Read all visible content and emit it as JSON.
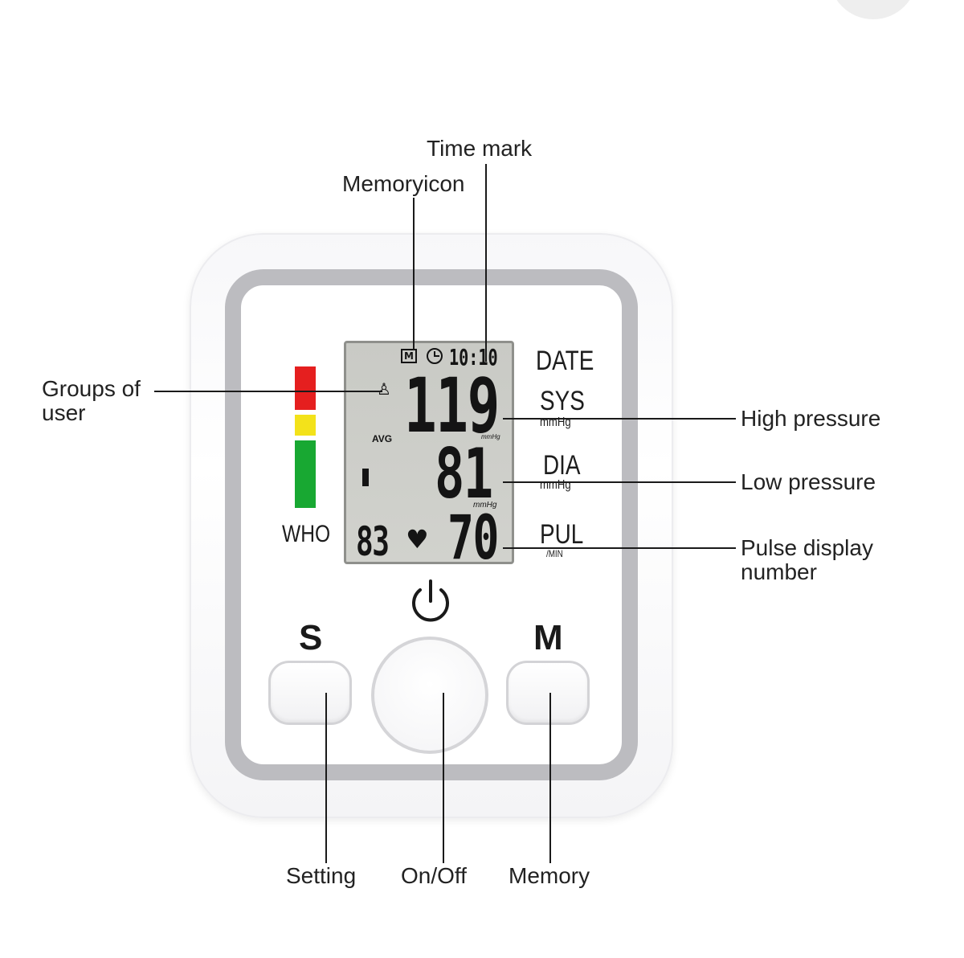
{
  "lcd": {
    "memory_letter": "M",
    "time": "10:10",
    "systolic": "119",
    "avg_label": "AVG",
    "small_unit_1": "mmHg",
    "diastolic": "81",
    "small_unit_2": "mmHg",
    "memory_count": "83",
    "pulse": "70"
  },
  "side_labels": {
    "date": "DATE",
    "sys": "SYS",
    "sys_unit": "mmHg",
    "dia": "DIA",
    "dia_unit": "mmHg",
    "pul": "PUL",
    "pul_unit": "/MIN"
  },
  "who": {
    "label": "WHO",
    "levels": [
      {
        "color": "#e51f1f"
      },
      {
        "color": "#f3e21a"
      },
      {
        "color": "#18a832"
      }
    ]
  },
  "buttons": {
    "setting_letter": "S",
    "memory_letter": "M"
  },
  "callouts": {
    "time_mark": "Time mark",
    "memory_icon": "Memoryicon",
    "groups_line1": "Groups of",
    "groups_line2": "user",
    "high_pressure": "High pressure",
    "low_pressure": "Low pressure",
    "pulse_line1": "Pulse display",
    "pulse_line2": "number",
    "setting": "Setting",
    "on_off": "On/Off",
    "memory": "Memory"
  }
}
